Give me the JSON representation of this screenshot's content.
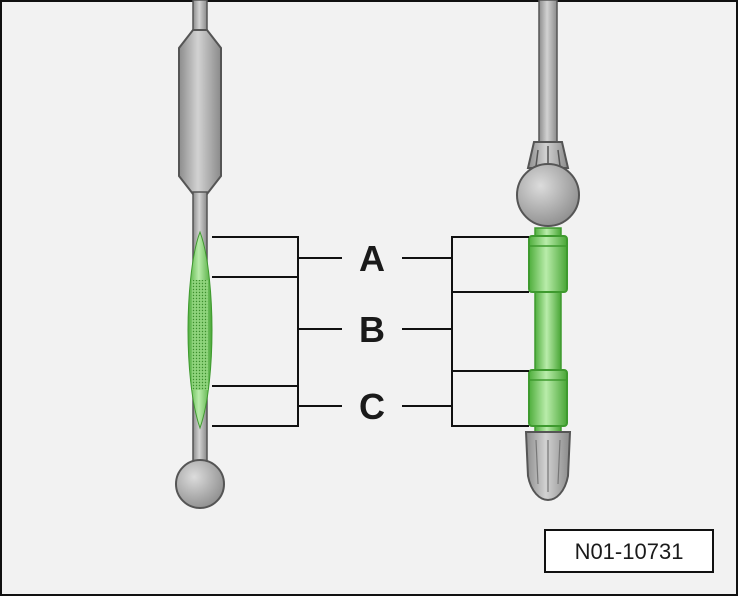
{
  "labels": {
    "a": "A",
    "b": "B",
    "c": "C"
  },
  "reference": "N01-10731",
  "colors": {
    "background": "#f2f2f2",
    "gray": "#a6a6a6",
    "gray_dark": "#7a7a7a",
    "green": "#7ed16b",
    "green_dark": "#3e9a2e",
    "line": "#111111"
  }
}
